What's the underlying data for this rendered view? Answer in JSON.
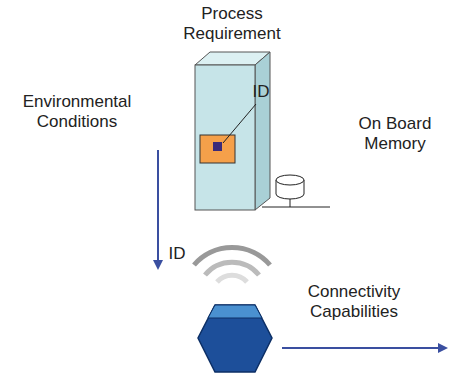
{
  "diagram": {
    "labels": [
      "Process Requirement",
      "Environmental Conditions",
      "On Board Memory",
      "ID",
      "ID",
      "Connectivity Capabilities"
    ]
  }
}
